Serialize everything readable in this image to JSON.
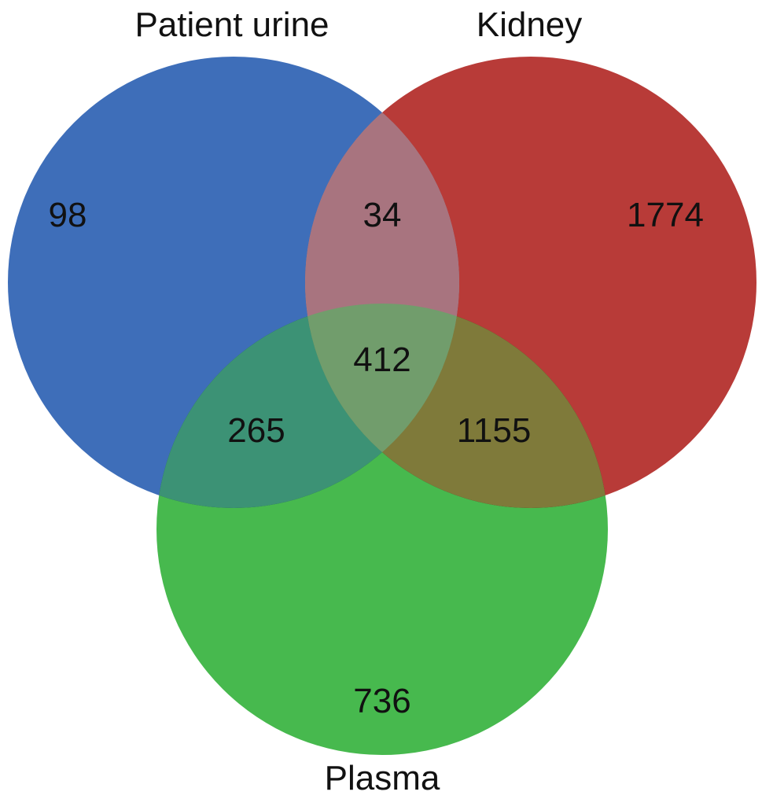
{
  "sets": [
    {
      "id": "urine",
      "label": "Patient urine",
      "color": "#2e62b3"
    },
    {
      "id": "kidney",
      "label": "Kidney",
      "color": "#b22a27"
    },
    {
      "id": "plasma",
      "label": "Plasma",
      "color": "#2eaf36"
    }
  ],
  "regions": {
    "urine_only": "98",
    "kidney_only": "1774",
    "plasma_only": "736",
    "urine_kidney": "34",
    "urine_plasma": "265",
    "kidney_plasma": "1155",
    "all_three": "412"
  }
}
